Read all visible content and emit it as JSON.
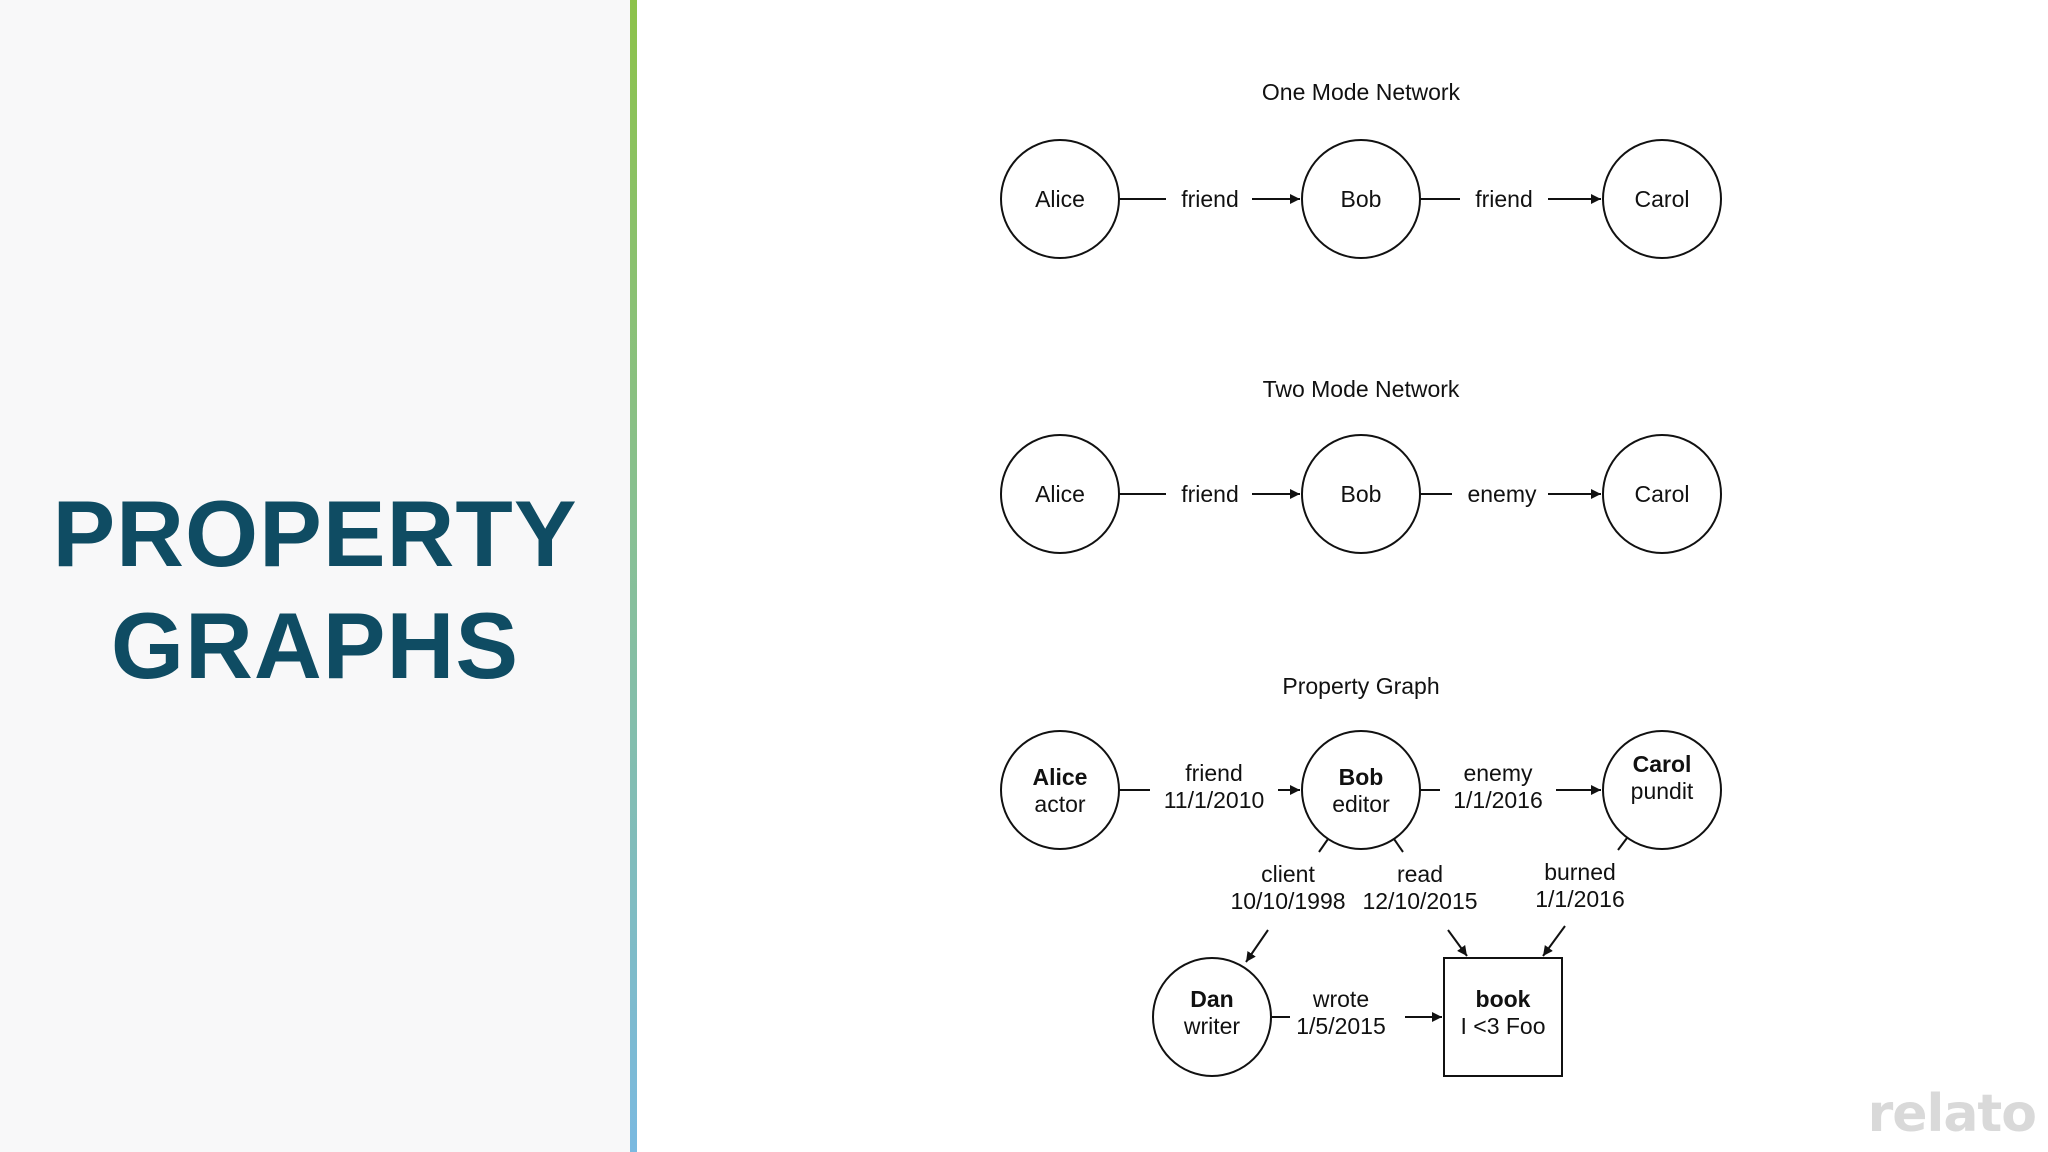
{
  "slide": {
    "title_lines": [
      "PROPERTY",
      "GRAPHS"
    ],
    "watermark": "relato"
  },
  "colors": {
    "title": "#0f4c63",
    "accent_top": "#8cc24a",
    "accent_bottom": "#7ab9e0",
    "ink": "#111111"
  },
  "diagrams": {
    "one_mode": {
      "title": "One Mode Network",
      "nodes": {
        "alice": "Alice",
        "bob": "Bob",
        "carol": "Carol"
      },
      "edges": {
        "alice_bob": "friend",
        "bob_carol": "friend"
      }
    },
    "two_mode": {
      "title": "Two Mode Network",
      "nodes": {
        "alice": "Alice",
        "bob": "Bob",
        "carol": "Carol"
      },
      "edges": {
        "alice_bob": "friend",
        "bob_carol": "enemy"
      }
    },
    "property": {
      "title": "Property Graph",
      "nodes": {
        "alice": {
          "name": "Alice",
          "role": "actor"
        },
        "bob": {
          "name": "Bob",
          "role": "editor"
        },
        "carol": {
          "name": "Carol",
          "role": "pundit"
        },
        "dan": {
          "name": "Dan",
          "role": "writer"
        },
        "book": {
          "name": "book",
          "role": "I <3 Foo"
        }
      },
      "edges": {
        "alice_bob": {
          "label": "friend",
          "date": "11/1/2010"
        },
        "bob_carol": {
          "label": "enemy",
          "date": "1/1/2016"
        },
        "bob_dan": {
          "label": "client",
          "date": "10/10/1998"
        },
        "bob_book": {
          "label": "read",
          "date": "12/10/2015"
        },
        "carol_book": {
          "label": "burned",
          "date": "1/1/2016"
        },
        "dan_book": {
          "label": "wrote",
          "date": "1/5/2015"
        }
      }
    }
  }
}
